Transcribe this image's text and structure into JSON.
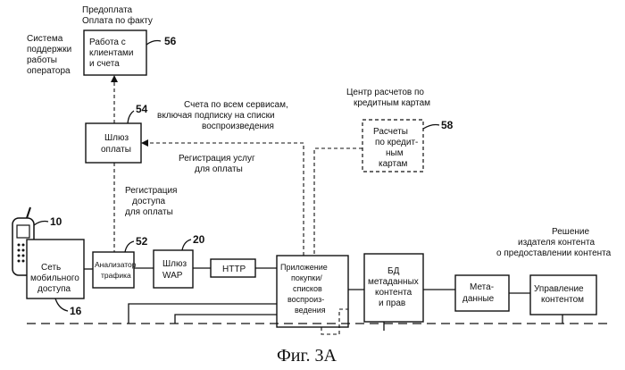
{
  "labels": {
    "prepay": "Предоплата",
    "postpay": "Оплата по факту",
    "op_system": [
      "Система",
      "поддержки",
      "работы",
      "оператора"
    ],
    "bills_all": [
      "Счета по всем сервисам,",
      "включая подписку на списки",
      "воспроизведения"
    ],
    "card_center": [
      "Центр расчетов по",
      "кредитным картам"
    ],
    "reg_services": [
      "Регистрация услуг",
      "для оплаты"
    ],
    "reg_access": [
      "Регистрация",
      "доступа",
      "для оплаты"
    ],
    "publisher_decision": [
      "Решение",
      "издателя контента",
      "о предоставлении контента"
    ]
  },
  "boxes": {
    "billing_work": [
      "Работа с",
      "клиентами",
      "и счета"
    ],
    "payment_gateway": [
      "Шлюз",
      "оплаты"
    ],
    "card_payments": [
      "Расчеты",
      "по кредит-",
      "ным",
      "картам"
    ],
    "mobile_network": [
      "Сеть",
      "мобильного",
      "доступа"
    ],
    "traffic_analyzer": [
      "Анализатор",
      "трафика"
    ],
    "wap_gateway": [
      "Шлюз",
      "WAP"
    ],
    "http": "HTTP",
    "app": [
      "Приложение",
      "покупки/",
      "списков",
      "воспроиз-",
      "ведения"
    ],
    "db": [
      "БД",
      "метаданных",
      "контента",
      "и прав"
    ],
    "metadata": [
      "Мета-",
      "данные"
    ],
    "content_mgmt": [
      "Управление",
      "контентом"
    ]
  },
  "refs": {
    "r56": "56",
    "r54": "54",
    "r58": "58",
    "r10": "10",
    "r52": "52",
    "r20": "20",
    "r16": "16"
  },
  "caption": "Фиг. 3А"
}
